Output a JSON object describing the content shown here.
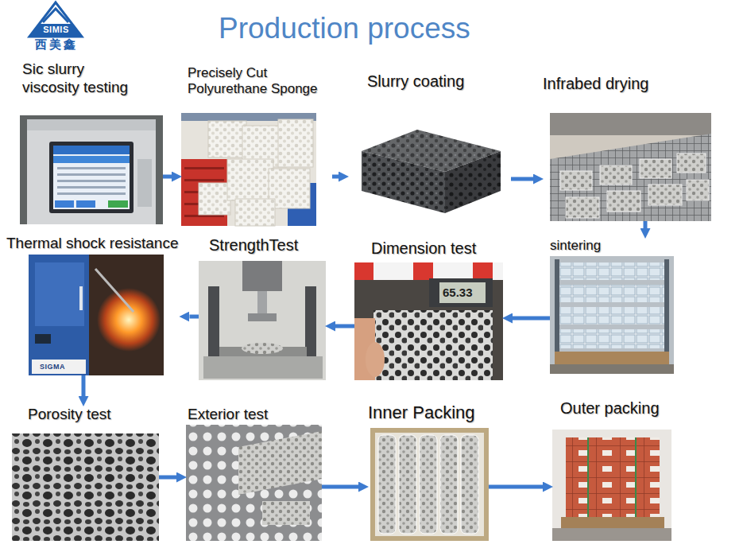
{
  "diagram": {
    "title": "Production process",
    "nodes": [
      {
        "text": [
          "Sic slurry viscosity testing"
        ]
      },
      {
        "text": [
          "Precisely Cut Polyurethane Sponge"
        ]
      },
      {
        "text": [
          "Slurry coating"
        ]
      },
      {
        "text": [
          "Infrabed drying"
        ]
      },
      {
        "text": [
          "sintering"
        ]
      },
      {
        "text": [
          "Dimension test"
        ]
      },
      {
        "text": [
          "StrengthTest"
        ]
      },
      {
        "text": [
          "Thermal shock resistance"
        ]
      },
      {
        "text": [
          "Porosity test"
        ]
      },
      {
        "text": [
          "Exterior test"
        ]
      },
      {
        "text": [
          "Inner Packing"
        ]
      },
      {
        "text": [
          "Outer packing"
        ]
      }
    ],
    "edges": [
      {
        "from": 0,
        "to": 1,
        "arrow": "to"
      },
      {
        "from": 1,
        "to": 2,
        "arrow": "to"
      },
      {
        "from": 2,
        "to": 3,
        "arrow": "to"
      },
      {
        "from": 3,
        "to": 4,
        "arrow": "to"
      },
      {
        "from": 4,
        "to": 5,
        "arrow": "to"
      },
      {
        "from": 5,
        "to": 6,
        "arrow": "to"
      },
      {
        "from": 6,
        "to": 7,
        "arrow": "to"
      },
      {
        "from": 7,
        "to": 8,
        "arrow": "to"
      },
      {
        "from": 8,
        "to": 9,
        "arrow": "to"
      },
      {
        "from": 9,
        "to": 10,
        "arrow": "to"
      },
      {
        "from": 10,
        "to": 11,
        "arrow": "to"
      }
    ],
    "labels": [
      "SIMIS",
      "西美鑫",
      "65.33",
      "SIGMA"
    ]
  }
}
